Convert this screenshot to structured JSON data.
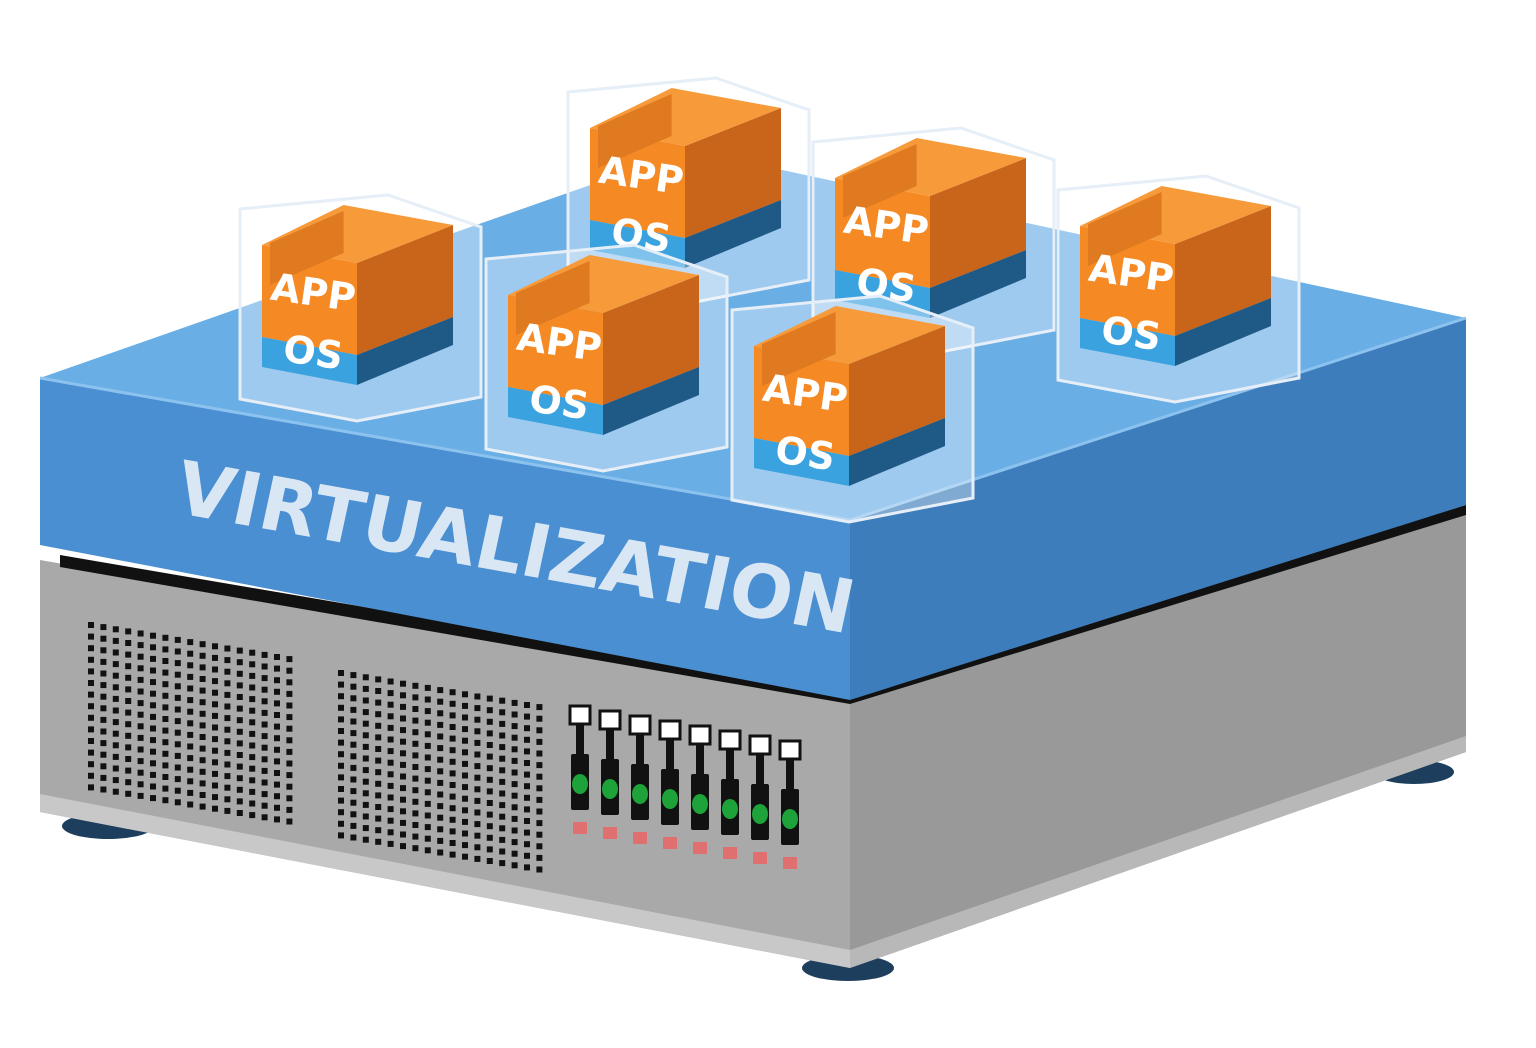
{
  "diagram": {
    "layer_label": "VIRTUALIZATION",
    "vms": [
      {
        "app": "APP",
        "os": "OS"
      },
      {
        "app": "APP",
        "os": "OS"
      },
      {
        "app": "APP",
        "os": "OS"
      },
      {
        "app": "APP",
        "os": "OS"
      },
      {
        "app": "APP",
        "os": "OS"
      },
      {
        "app": "APP",
        "os": "OS"
      }
    ],
    "server": {
      "drive_bays": 8,
      "drive_status_light": "green",
      "drive_indicator": "red"
    }
  },
  "colors": {
    "virtualization_top": "#6aaee6",
    "virtualization_front": "#4a90d4",
    "virtualization_side": "#3f7fbf",
    "app_orange": "#f58a25",
    "app_orange_dark": "#c9651a",
    "os_blue": "#3ba2e0",
    "os_blue_dark": "#1f5a86",
    "server_gray": "#a6a6a6",
    "server_gray_dark": "#8c8c8c",
    "led_green": "#1ea33a",
    "led_red": "#e07070"
  },
  "icons": [
    "vm-box-icon",
    "server-icon",
    "drive-bay-icon"
  ]
}
